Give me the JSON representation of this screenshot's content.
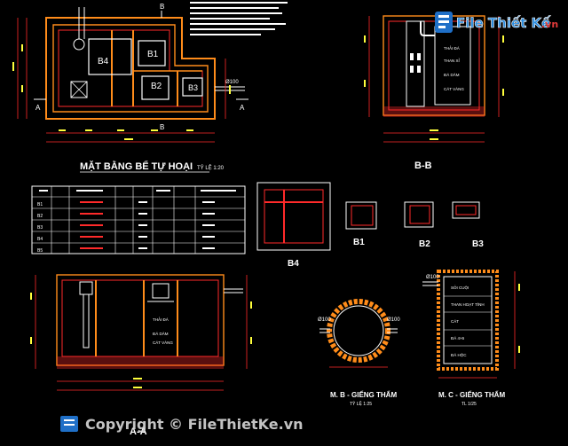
{
  "site": {
    "logo_text": "File Thiết Kế",
    "logo_domain": ".vn",
    "copyright": "Copyright © FileThietKe.vn"
  },
  "plan": {
    "title": "MẶT BẰNG BỂ TỰ HOẠI",
    "scale": "TỶ LỆ 1:20",
    "b4": "B4",
    "b1": "B1",
    "b2": "B2",
    "b3": "B3",
    "sec_a": "A",
    "sec_b": "B",
    "pipe": "Ø100"
  },
  "section_bb": {
    "title": "B-B",
    "labels": [
      "THẢI ĐÁ",
      "THAN XỈ",
      "ĐÁ DĂM",
      "CÁT VÀNG"
    ]
  },
  "section_aa": {
    "title": "A-A",
    "labels": [
      "THẢI ĐÁ",
      "ĐÁ DĂM",
      "CÁT VÀNG"
    ]
  },
  "covers": {
    "b4": "B4",
    "b1": "B1",
    "b2": "B2",
    "b3": "B3"
  },
  "wells": {
    "plan_title": "M. B - GIẾNG THẤM",
    "plan_scale": "TỶ LỆ 1:25",
    "sec_title": "M. C - GIẾNG THẤM",
    "sec_scale": "TL 1/25",
    "pipe_left": "Ø100",
    "pipe_right": "Ø100",
    "pipe_sec": "Ø100",
    "layers": [
      "SỎI CUỘI",
      "THAN HOẠT TÍNH",
      "CÁT",
      "ĐÁ 4×6",
      "ĐÁ HỘC"
    ]
  },
  "table": {
    "rows": [
      "B1",
      "B2",
      "B3",
      "B4",
      "B5"
    ]
  },
  "colors": {
    "red": "#ff2a2a",
    "yellow": "#ffff3c",
    "white": "#ffffff",
    "green": "#3cff3c",
    "magenta": "#ff3cff",
    "cyan": "#3cffff",
    "orange": "#ff8c1a"
  }
}
